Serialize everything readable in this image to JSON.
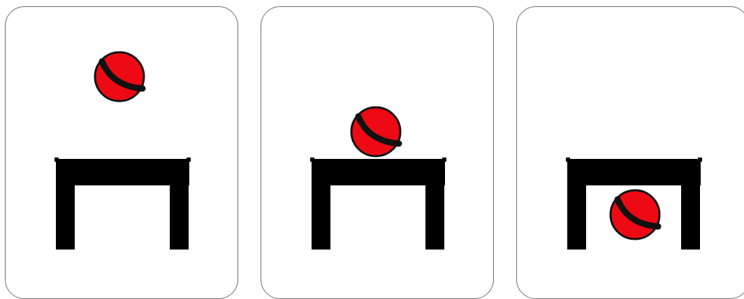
{
  "panels": [
    {
      "ball_position": "above",
      "table_icon": "table-icon",
      "ball_icon": "ball-icon"
    },
    {
      "ball_position": "on",
      "table_icon": "table-icon",
      "ball_icon": "ball-icon"
    },
    {
      "ball_position": "under",
      "table_icon": "table-icon",
      "ball_icon": "ball-icon"
    }
  ],
  "colors": {
    "ball_fill": "#ee0a14",
    "ball_stripe": "#111111",
    "table": "#000000",
    "card_border": "#6f6f6f"
  }
}
